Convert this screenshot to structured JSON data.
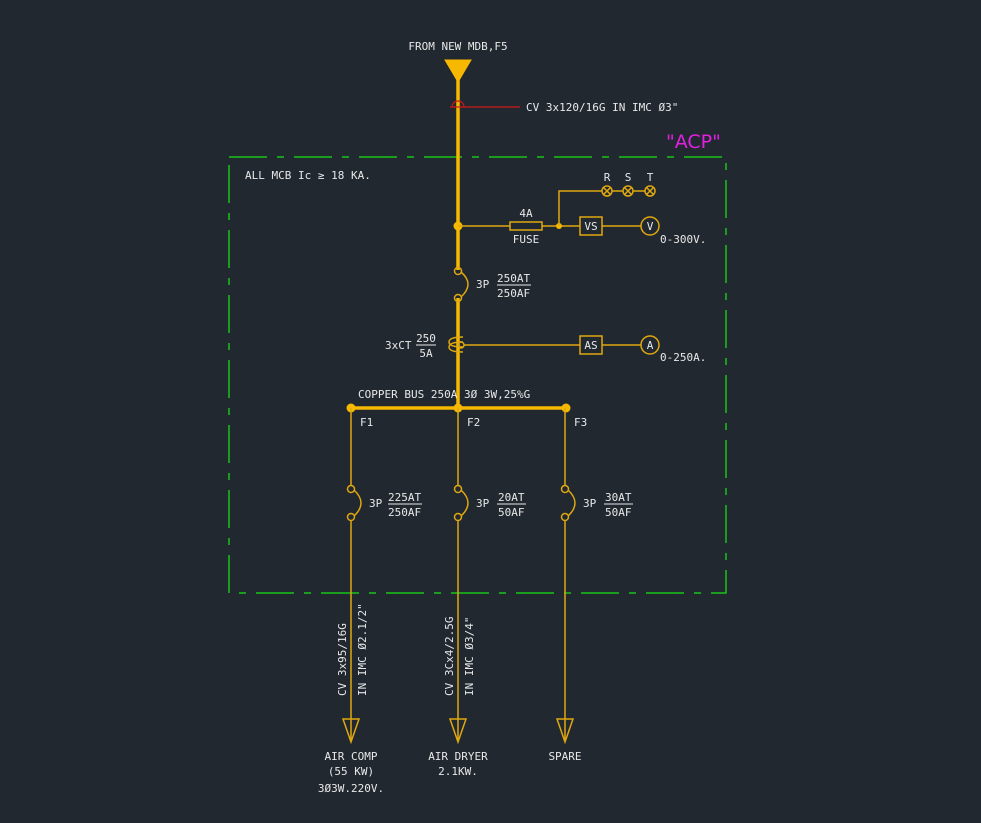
{
  "source": {
    "label": "FROM NEW MDB,F5"
  },
  "incoming_cable": {
    "label": "CV 3x120/16G IN IMC Ø3\""
  },
  "panel": {
    "name": "\"ACP\"",
    "note": "ALL MCB Ic ≥ 18 KA."
  },
  "metering": {
    "phase_lamps": [
      "R",
      "S",
      "T"
    ],
    "fuse": {
      "rating": "4A",
      "label": "FUSE"
    },
    "voltmeter_switch": "VS",
    "voltmeter": {
      "symbol": "V",
      "range": "0-300V."
    },
    "ct": {
      "label": "3xCT",
      "ratio_top": "250",
      "ratio_bottom": "5A"
    },
    "ammeter_switch": "AS",
    "ammeter": {
      "symbol": "A",
      "range": "0-250A."
    }
  },
  "main_breaker": {
    "poles": "3P",
    "trip": "250AT",
    "frame": "250AF"
  },
  "bus": {
    "label": "COPPER BUS 250A 3Ø 3W,25%G"
  },
  "feeders": [
    {
      "id": "F1",
      "breaker": {
        "poles": "3P",
        "trip": "225AT",
        "frame": "250AF"
      },
      "cable_line1": "CV 3x95/16G",
      "cable_line2": "IN IMC Ø2.1/2\"",
      "load_lines": [
        "AIR COMP",
        "(55 KW)",
        "3Ø3W.220V."
      ]
    },
    {
      "id": "F2",
      "breaker": {
        "poles": "3P",
        "trip": "20AT",
        "frame": "50AF"
      },
      "cable_line1": "CV 3Cx4/2.5G",
      "cable_line2": "IN IMC Ø3/4\"",
      "load_lines": [
        "AIR DRYER",
        "2.1KW."
      ]
    },
    {
      "id": "F3",
      "breaker": {
        "poles": "3P",
        "trip": "30AT",
        "frame": "50AF"
      },
      "load_lines": [
        "SPARE"
      ]
    }
  ]
}
